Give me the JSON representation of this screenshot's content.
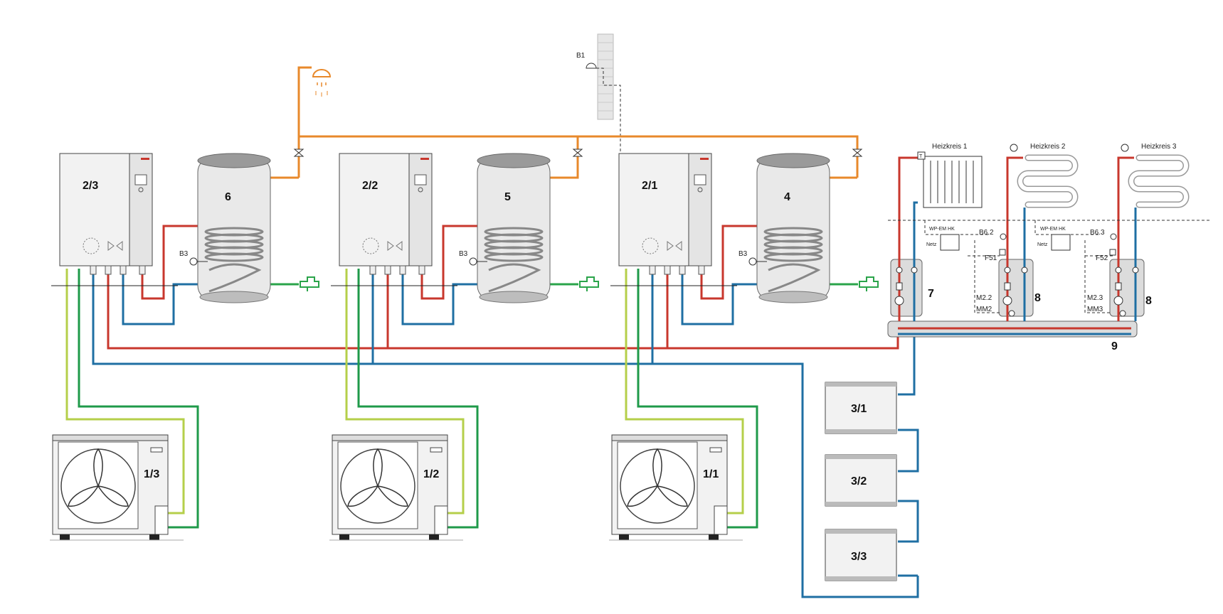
{
  "colors": {
    "supply_red": "#c8372d",
    "return_blue": "#1f6fa3",
    "brine_lime": "#b5cf4a",
    "brine_green": "#1f9a4a",
    "hot_water_orange": "#e8892b",
    "cold_water_green": "#2aa44a",
    "unit_fill": "#f2f2f2",
    "unit_stroke": "#444444"
  },
  "heat_pumps_outdoor": [
    {
      "label": "1/3"
    },
    {
      "label": "1/2"
    },
    {
      "label": "1/1"
    }
  ],
  "indoor_units": [
    {
      "label": "2/3"
    },
    {
      "label": "2/2"
    },
    {
      "label": "2/1"
    }
  ],
  "storage_tanks": [
    {
      "label": "6"
    },
    {
      "label": "5"
    },
    {
      "label": "4"
    }
  ],
  "sensors": {
    "b3": "B3",
    "b1": "B1",
    "b6_2": "B6.2",
    "b6_3": "B6.3",
    "f51": "F51",
    "f52": "F52",
    "m2_2": "M2.2",
    "mm2": "MM2",
    "m2_3": "M2.3",
    "mm3": "MM3"
  },
  "heating_circuits": [
    {
      "label": "Heizkreis 1"
    },
    {
      "label": "Heizkreis 2"
    },
    {
      "label": "Heizkreis 3"
    }
  ],
  "modules": {
    "wp_em_hk": "WP-EM HK",
    "netz": "Netz"
  },
  "manifold_labels": {
    "pump_group_direct": "7",
    "pump_group_mixed_a": "8",
    "pump_group_mixed_b": "8",
    "manifold": "9"
  },
  "buffer_units": [
    {
      "label": "3/1"
    },
    {
      "label": "3/2"
    },
    {
      "label": "3/3"
    }
  ]
}
